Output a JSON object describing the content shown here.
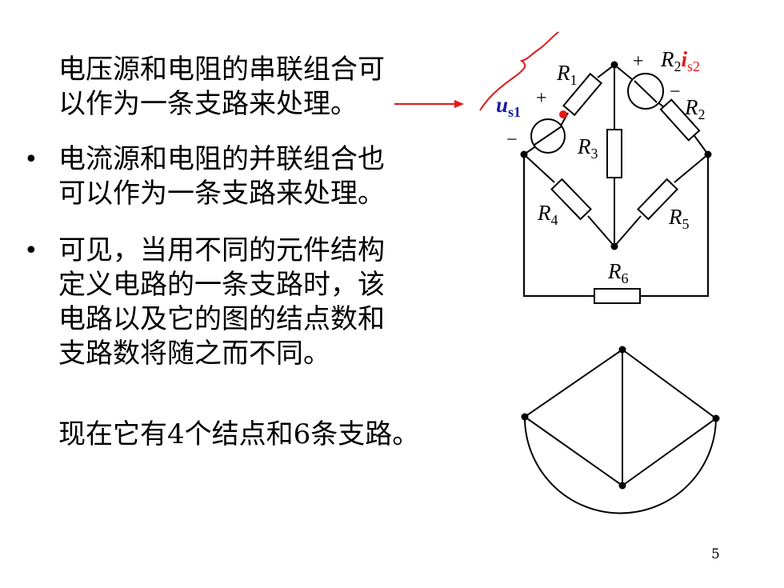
{
  "text": {
    "p1_line1": "电压源和电阻的串联组合可",
    "p1_line2": "以作为一条支路来处理。",
    "p2_line1": "电流源和电阻的并联组合也",
    "p2_line2": "可以作为一条支路来处理。",
    "p3_line1": "可见，当用不同的元件结构",
    "p3_line2": "定义电路的一条支路时，该",
    "p3_line3": "电路以及它的图的结点数和",
    "p3_line4": "支路数将随之而不同。",
    "p4": "现在它有4个结点和6条支路。",
    "bullet": "•",
    "page_number": "5"
  },
  "circuit": {
    "r1": {
      "main": "R",
      "sub": "1"
    },
    "r2": {
      "main": "R",
      "sub": "2"
    },
    "r3": {
      "main": "R",
      "sub": "3"
    },
    "r4": {
      "main": "R",
      "sub": "4"
    },
    "r5": {
      "main": "R",
      "sub": "5"
    },
    "r6": {
      "main": "R",
      "sub": "6"
    },
    "us1": {
      "main": "u",
      "sub": "s1"
    },
    "cs": {
      "r": "R",
      "r_sub": "2",
      "i": "i",
      "i_sub": "s2"
    },
    "plus": "+",
    "minus": "−"
  },
  "colors": {
    "text": "#000000",
    "brace": "#e31818",
    "arrow": "#e31818",
    "source_label": "#1a1aa6",
    "current_label": "#e31818",
    "dot": "#e31818"
  }
}
